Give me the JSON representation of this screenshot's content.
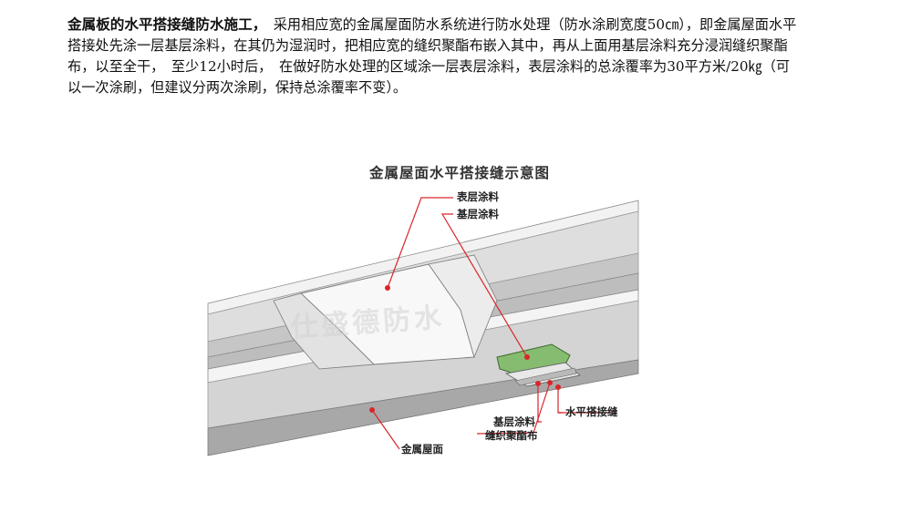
{
  "paragraph": {
    "lead": "金属板的水平搭接缝防水施工，",
    "body": "　采用相应宽的金属屋面防水系统进行防水处理（防水涂刷宽度50㎝），即金属屋面水平搭接处先涂一层基层涂料，在其仍为湿润时，把相应宽的缝织聚酯布嵌入其中，再从上面用基层涂料充分浸润缝织聚酯布，以至全干，　至少12小时后，　在做好防水处理的区域涂一层表层涂料，表层涂料的总涂覆率为30平方米/20㎏（可以一次涂刷，但建议分两次涂刷，保持总涂覆率不变）。"
  },
  "figure": {
    "title": "金属屋面水平搭接缝示意图",
    "labels": {
      "surface_coat": "表层涂料",
      "base_coat_top": "基层涂料",
      "horizontal_seam": "水平搭接缝",
      "base_coat_bottom": "基层涂料",
      "stitched_polyester": "缝织聚酯布",
      "metal_roof": "金属屋面"
    },
    "watermark": "仕盛德防水",
    "colors": {
      "leader": "#d9262a",
      "green_seam": "#7fb56b",
      "roof_light": "#e9e9e9",
      "roof_mid": "#c9c9c9",
      "roof_dark": "#9a9a9a"
    }
  }
}
